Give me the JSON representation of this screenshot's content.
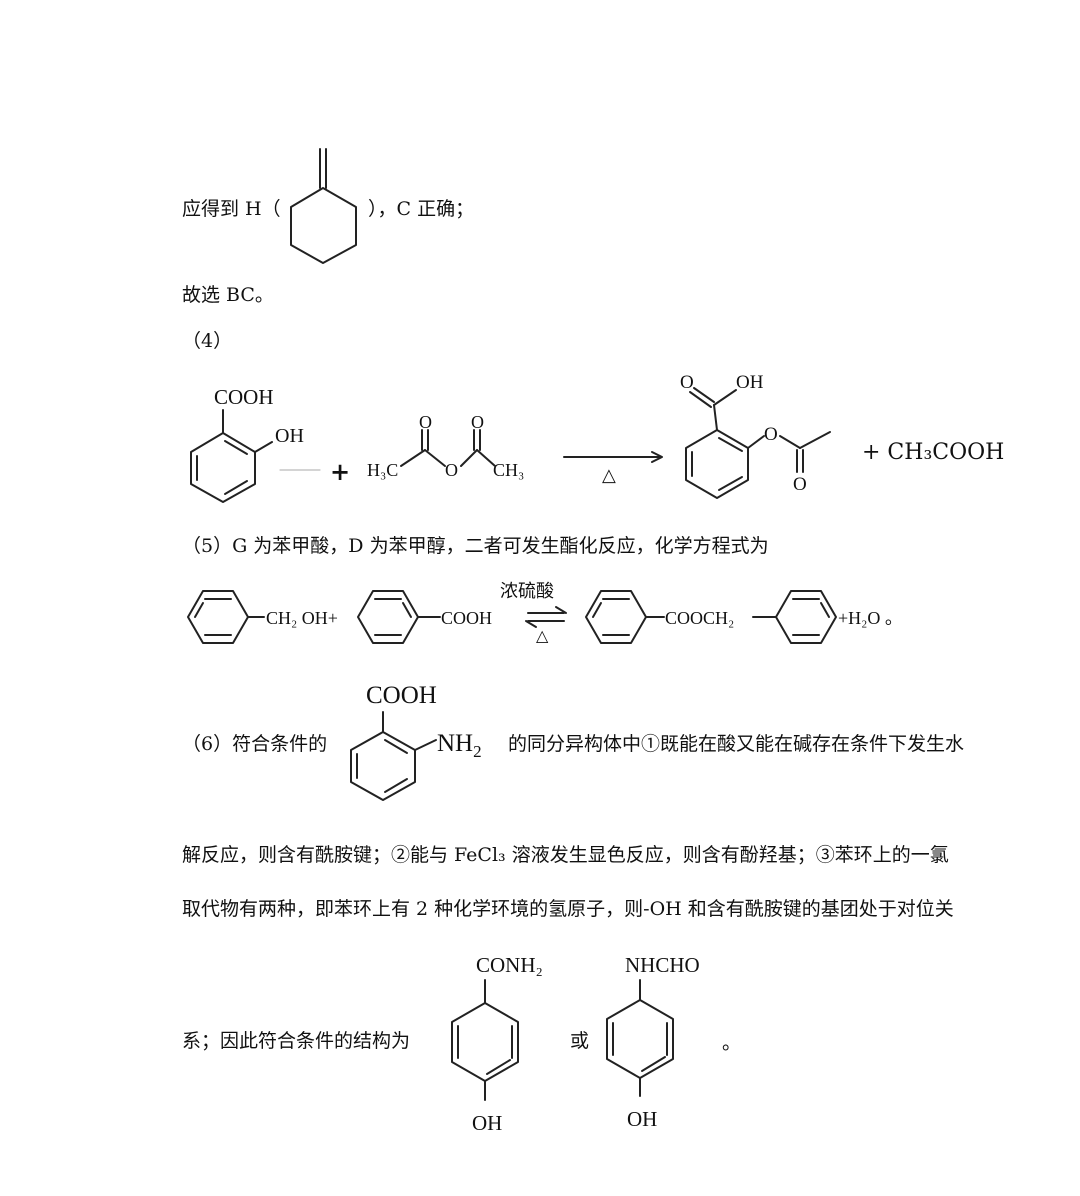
{
  "sec3": {
    "text_before": "应得到 H（",
    "text_after": "），C 正确；",
    "answer": "故选 BC。"
  },
  "sec4": {
    "label": "（4）",
    "salicylic_cooh": "COOH",
    "salicylic_oh": "OH",
    "plus": "+",
    "anhydride_h3c": "H₃C",
    "anhydride_ch3": "CH₃",
    "anhydride_o": "O",
    "condition": "△",
    "product_o": "O",
    "product_oh": "OH",
    "byproduct": "+ CH₃COOH"
  },
  "sec5": {
    "line": "（5）G 为苯甲酸，D 为苯甲醇，二者可发生酯化反应，化学方程式为",
    "ch2oh": "CH₂ OH+",
    "cooh": "COOH",
    "catalyst": "浓硫酸",
    "heat": "△",
    "ester": "COOCH₂",
    "water": "+H₂O 。"
  },
  "sec6": {
    "label": "（6）符合条件的",
    "cooh": "COOH",
    "nh2_main": "NH",
    "nh2_sub": "2",
    "line1_after": "的同分异构体中①既能在酸又能在碱存在条件下发生水",
    "line2": "解反应，则含有酰胺键；②能与 FeCl₃ 溶液发生显色反应，则含有酚羟基；③苯环上的一氯",
    "line3": "取代物有两种，即苯环上有 2 种化学环境的氢原子，则-OH 和含有酰胺键的基团处于对位关",
    "line4_start": "系；因此符合条件的结构为",
    "struct1_top": "CONH₂",
    "struct1_bottom": "OH",
    "or": "或",
    "struct2_top": "NHCHO",
    "struct2_bottom": "OH",
    "end": "。"
  }
}
